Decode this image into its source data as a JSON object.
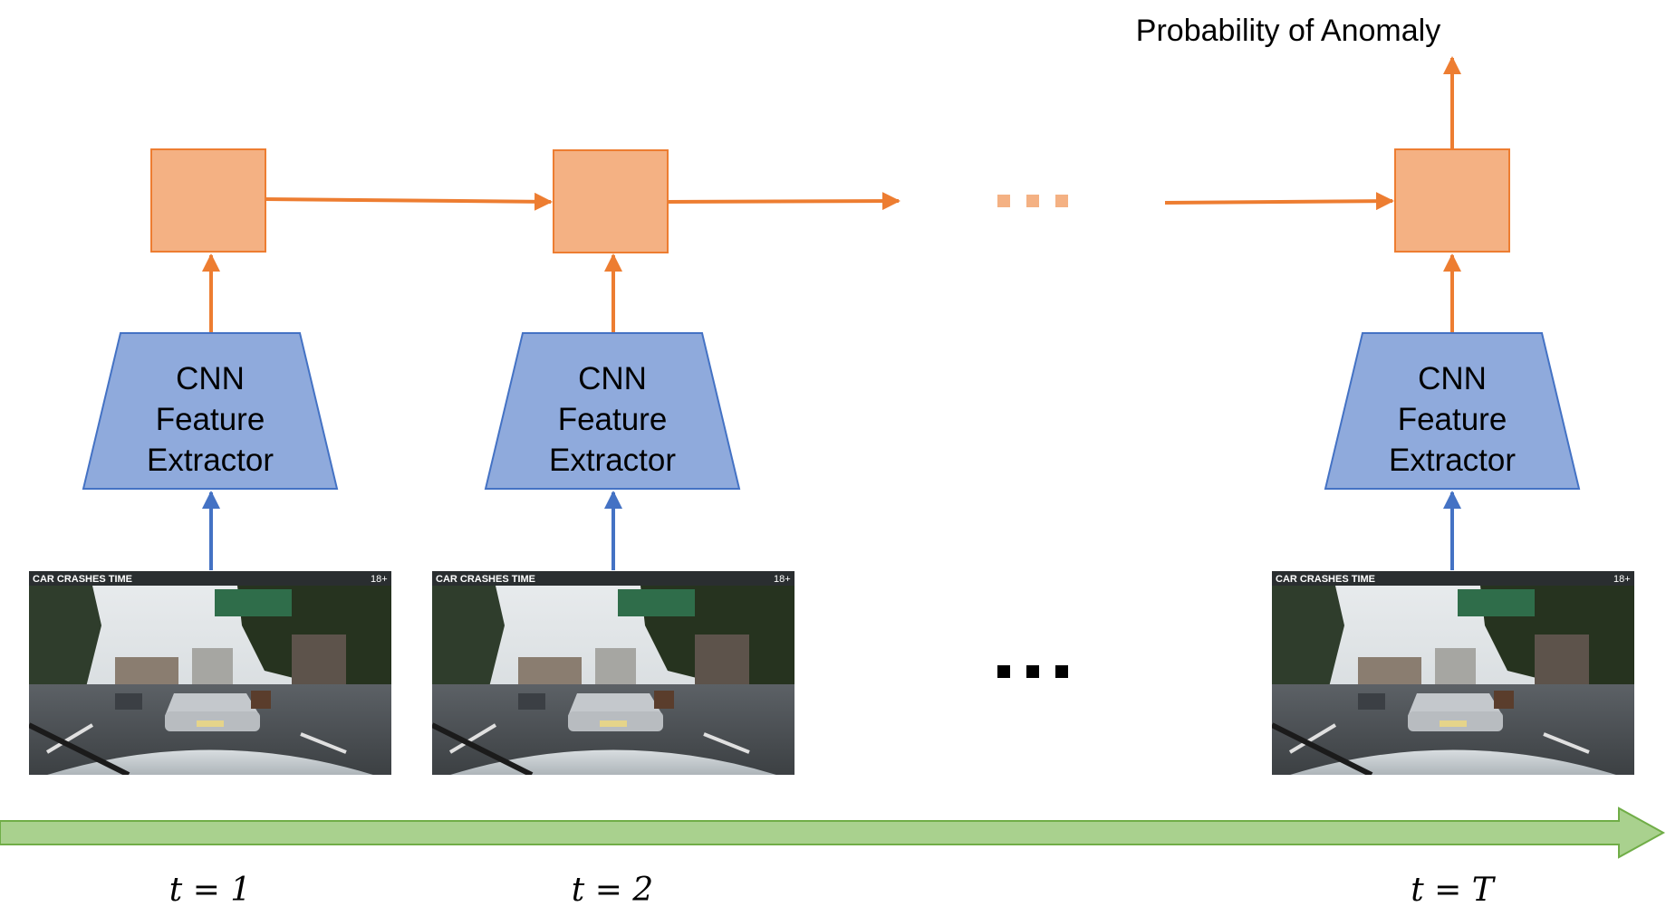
{
  "output": {
    "label": "Probability of Anomaly"
  },
  "stages": [
    {
      "extractor_lines": [
        "CNN",
        "Feature",
        "Extractor"
      ],
      "time_label": "t = 1",
      "frame": {
        "watermark": "CAR CRASHES TIME",
        "badge": "18+"
      }
    },
    {
      "extractor_lines": [
        "CNN",
        "Feature",
        "Extractor"
      ],
      "time_label": "t = 2",
      "frame": {
        "watermark": "CAR CRASHES TIME",
        "badge": "18+"
      }
    },
    {
      "extractor_lines": [
        "CNN",
        "Feature",
        "Extractor"
      ],
      "time_label": "t = T",
      "frame": {
        "watermark": "CAR CRASHES TIME",
        "badge": "18+"
      }
    }
  ],
  "colors": {
    "recurrent_cell": "#f4b183",
    "recurrent_border": "#ed7d31",
    "orange_arrow": "#ed7d31",
    "extractor_fill": "#8faadc",
    "extractor_border": "#4472c4",
    "blue_arrow": "#4472c4",
    "timeline_fill": "#a9d18e",
    "timeline_border": "#70ad47"
  }
}
